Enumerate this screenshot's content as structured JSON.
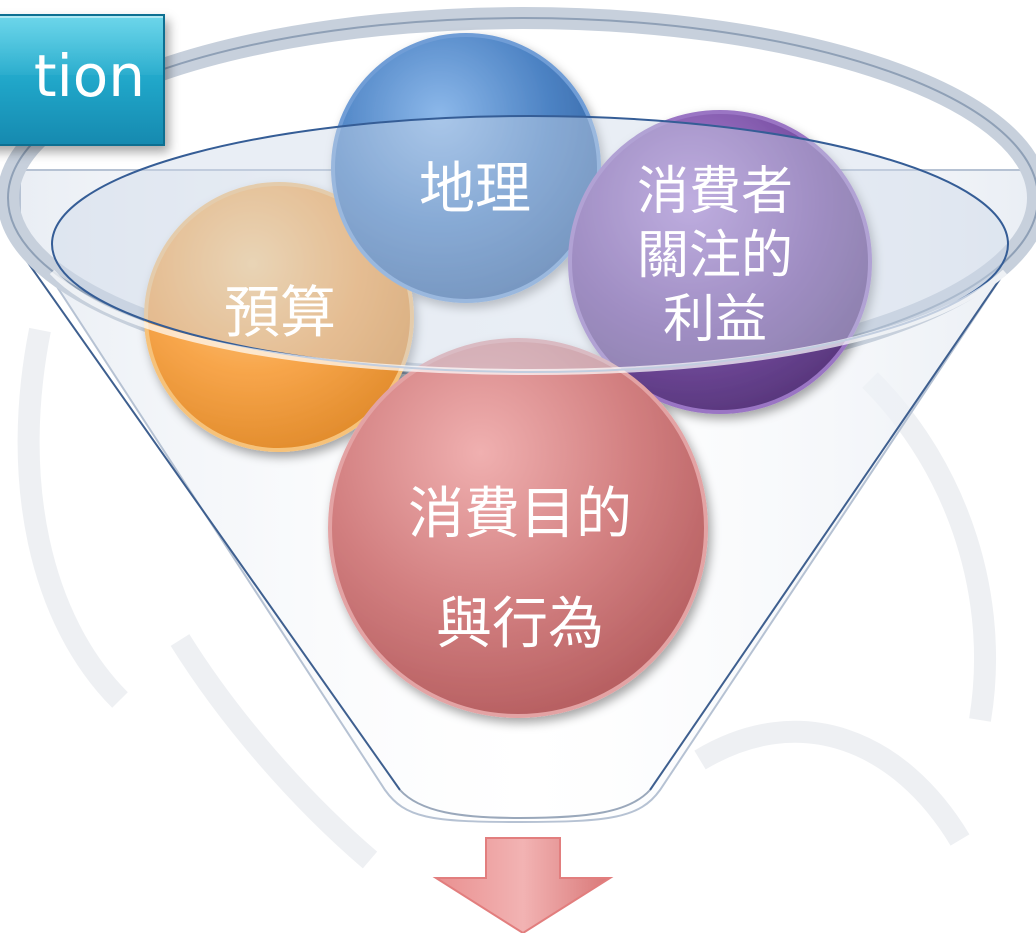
{
  "title_box": {
    "text": "tion"
  },
  "circles": {
    "geography": {
      "label": "地理"
    },
    "budget": {
      "label": "預算"
    },
    "interest": {
      "lines": [
        "消費者",
        "關注的",
        "利益"
      ]
    },
    "purpose": {
      "lines": [
        "消費目的",
        "與行為"
      ]
    }
  },
  "colors": {
    "blue": "#4a7fbe",
    "orange": "#f7a54a",
    "purple": "#7b52a6",
    "red": "#cf7d7e",
    "arrow": "#e8a0a0",
    "teal": "#26b0d2"
  }
}
